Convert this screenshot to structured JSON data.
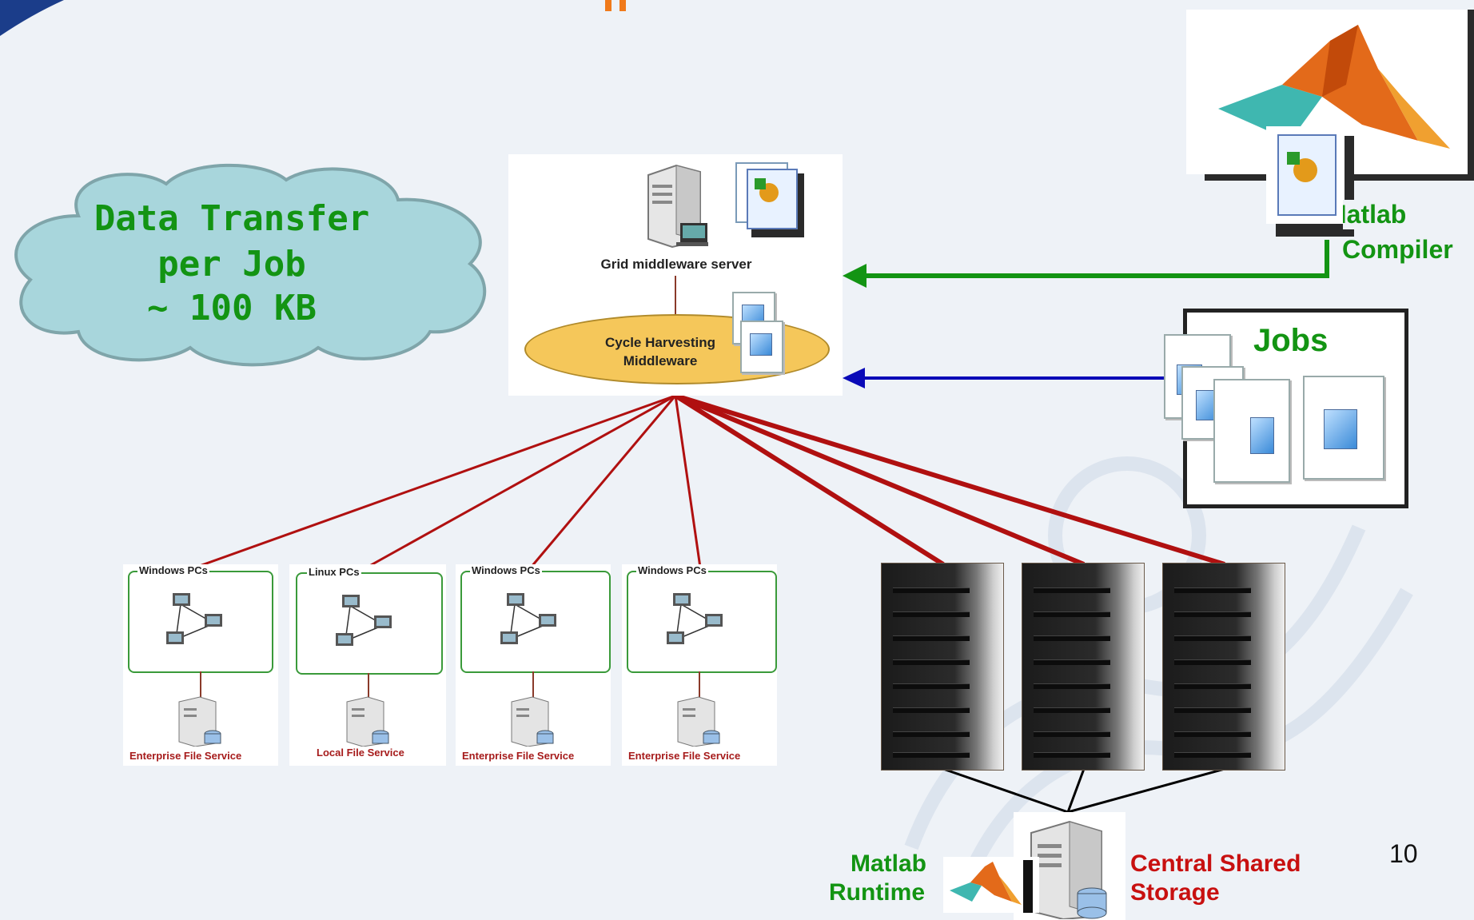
{
  "cloud": {
    "line1": "Data Transfer",
    "line2": "per Job",
    "line3": "~ 100 KB"
  },
  "middleware": {
    "server_label": "Grid middleware server",
    "cycle_line1": "Cycle Harvesting",
    "cycle_line2": "Middleware"
  },
  "compiler": {
    "line1": "Matlab",
    "line2": "Compiler"
  },
  "jobs": {
    "title": "Jobs"
  },
  "pools": [
    {
      "title": "Windows PCs",
      "service": "Enterprise File Service"
    },
    {
      "title": "Linux PCs",
      "service": "Local File Service"
    },
    {
      "title": "Windows PCs",
      "service": "Enterprise File Service"
    },
    {
      "title": "Windows PCs",
      "service": "Enterprise File Service"
    }
  ],
  "runtime": {
    "line1": "Matlab",
    "line2": "Runtime"
  },
  "storage": {
    "line1": "Central Shared",
    "line2": "Storage"
  },
  "page_number": "10",
  "colors": {
    "green": "#139413",
    "red_line": "#b01010",
    "blue_arrow": "#0a0ab8",
    "service_red": "#a61b1b",
    "storage_red": "#c81010",
    "cloud_fill": "#a8d6dc"
  },
  "icons": [
    "server-icon",
    "matlab-logo-icon",
    "document-icon",
    "pc-network-icon",
    "file-server-icon",
    "server-rack-icon"
  ]
}
